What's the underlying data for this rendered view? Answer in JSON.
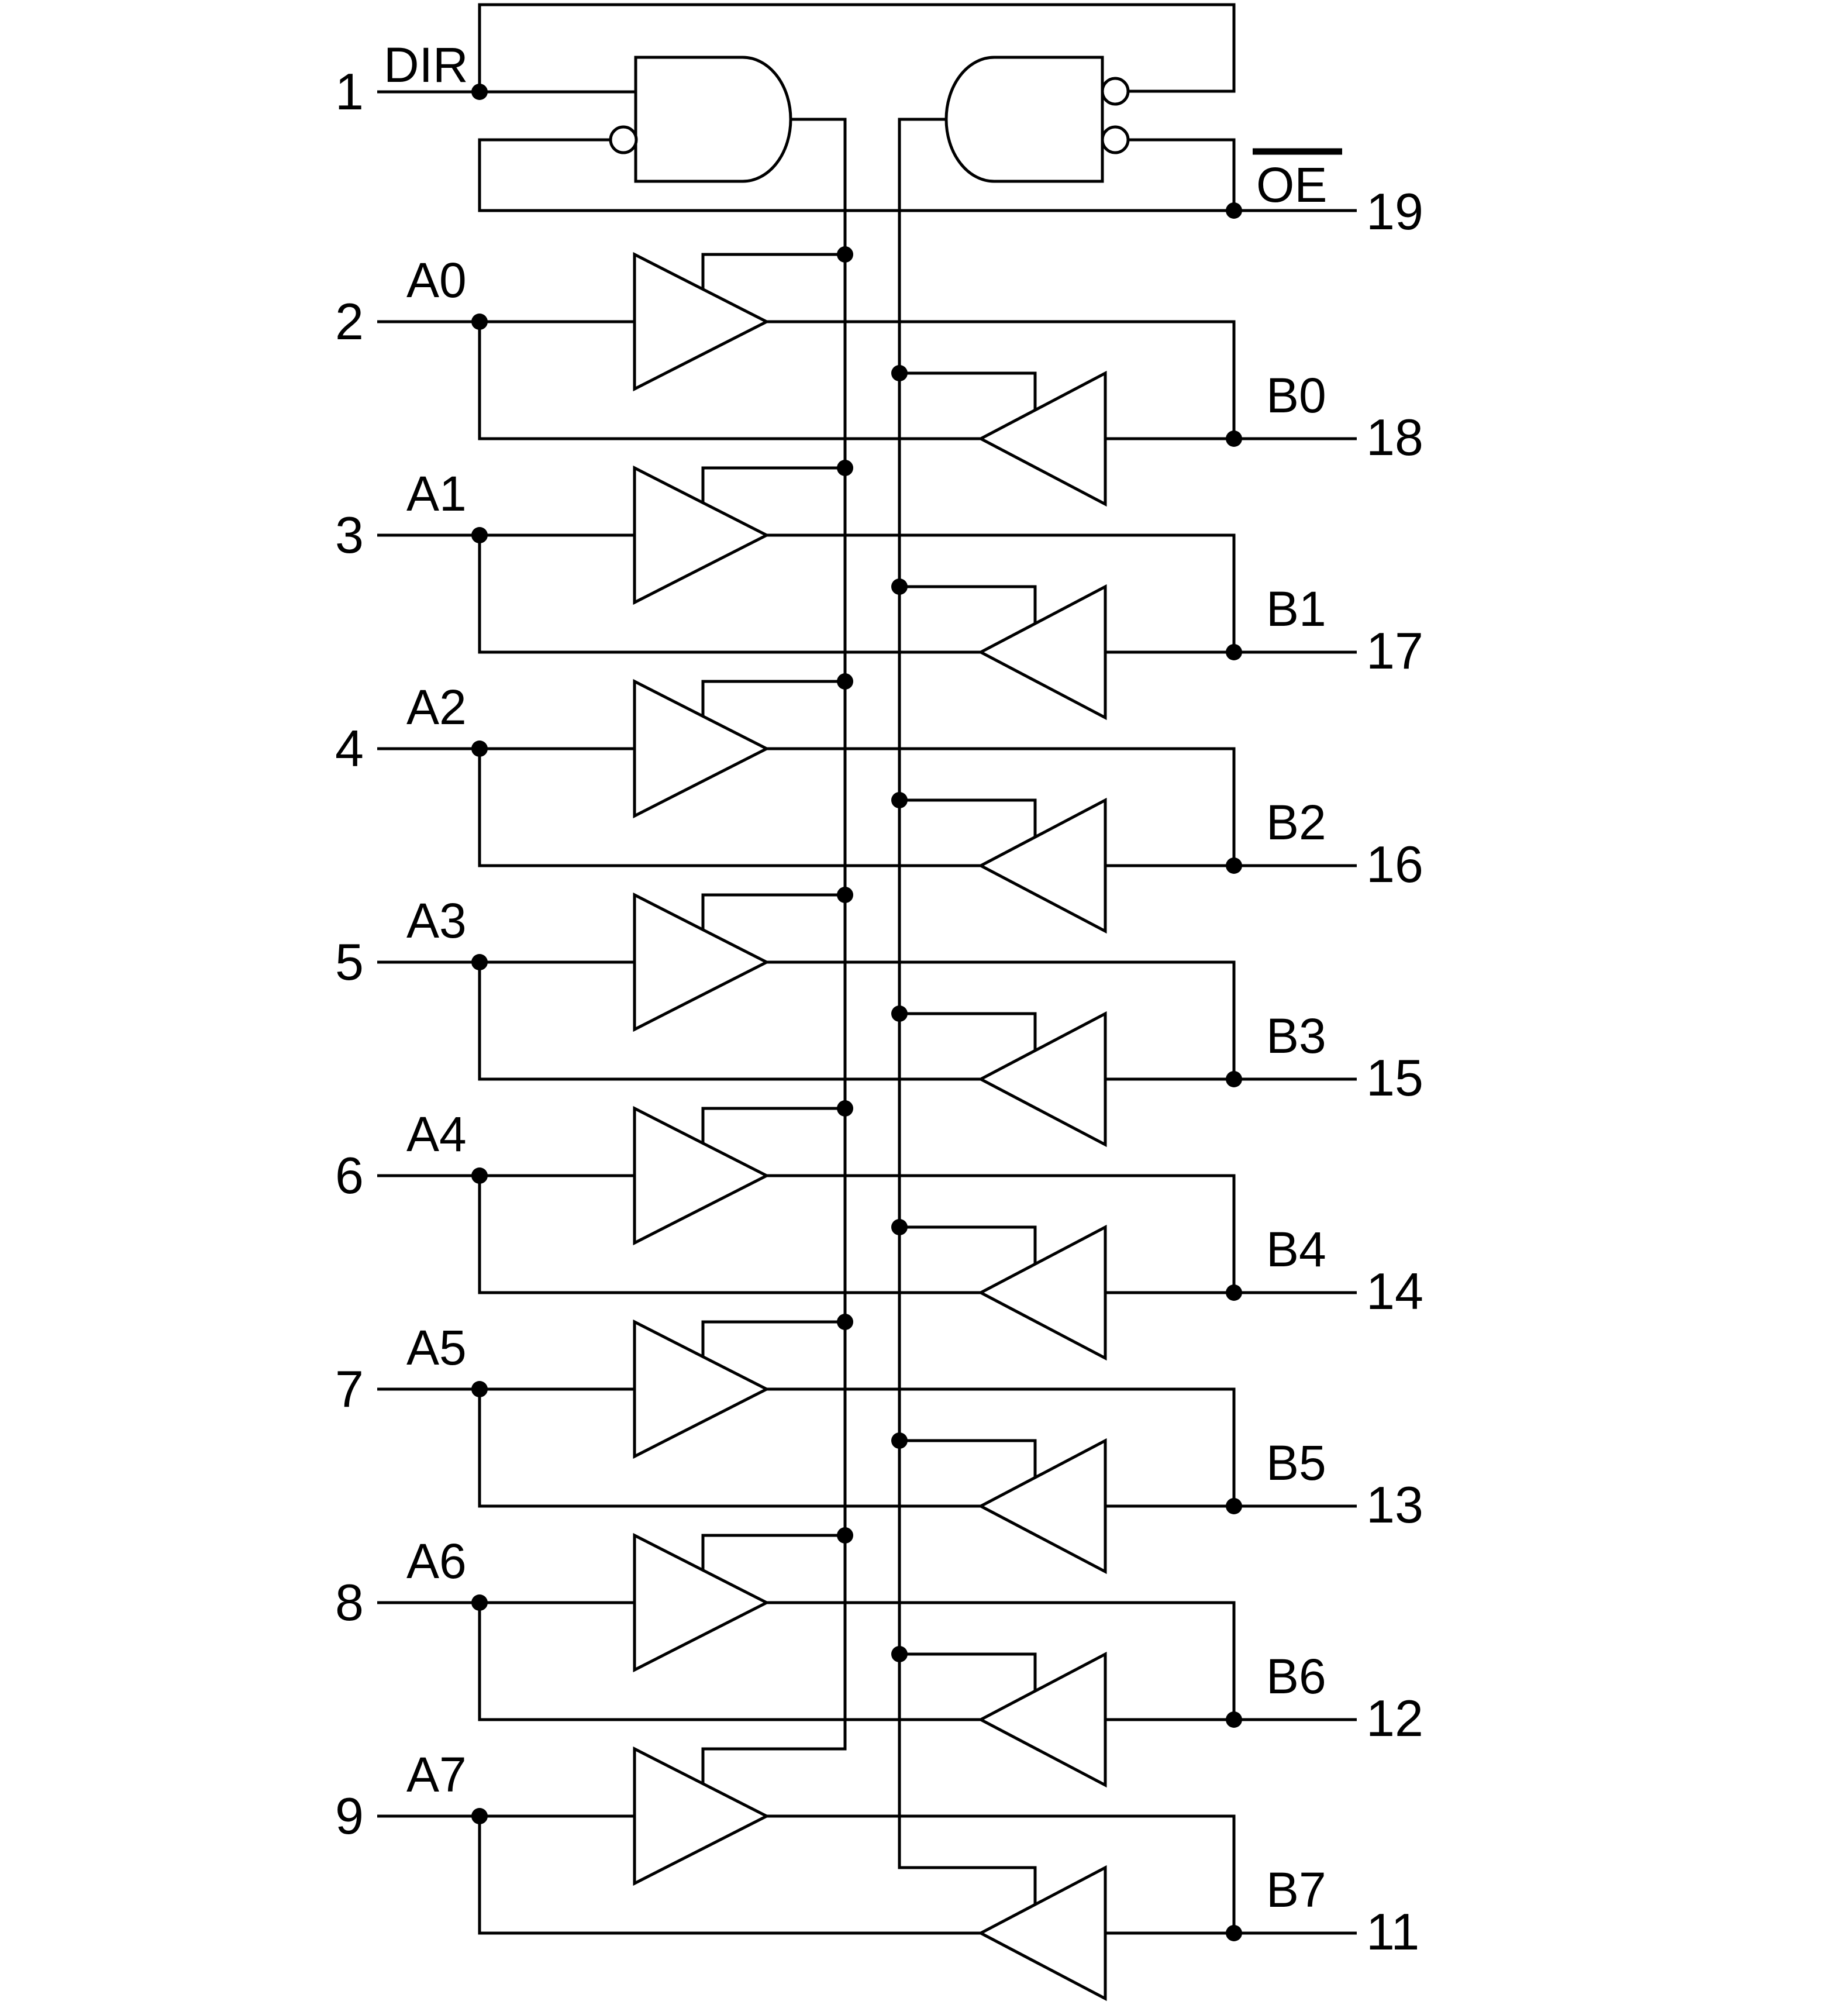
{
  "colors": {
    "ink": "#000000",
    "background": "#ffffff"
  },
  "control": {
    "dir": {
      "label": "DIR",
      "pin": "1"
    },
    "oe": {
      "label": "OE",
      "pin": "19",
      "overbar": true
    },
    "gates": [
      {
        "icon": "and-gate-icon",
        "role": "a-to-b-enable",
        "inverted_inputs": [
          "oe"
        ]
      },
      {
        "icon": "and-gate-mirrored-icon",
        "role": "b-to-a-enable",
        "inverted_inputs": [
          "dir",
          "oe"
        ]
      }
    ]
  },
  "channels": [
    {
      "a_label": "A0",
      "a_pin": "2",
      "b_label": "B0",
      "b_pin": "18"
    },
    {
      "a_label": "A1",
      "a_pin": "3",
      "b_label": "B1",
      "b_pin": "17"
    },
    {
      "a_label": "A2",
      "a_pin": "4",
      "b_label": "B2",
      "b_pin": "16"
    },
    {
      "a_label": "A3",
      "a_pin": "5",
      "b_label": "B3",
      "b_pin": "15"
    },
    {
      "a_label": "A4",
      "a_pin": "6",
      "b_label": "B4",
      "b_pin": "14"
    },
    {
      "a_label": "A5",
      "a_pin": "7",
      "b_label": "B5",
      "b_pin": "13"
    },
    {
      "a_label": "A6",
      "a_pin": "8",
      "b_label": "B6",
      "b_pin": "12"
    },
    {
      "a_label": "A7",
      "a_pin": "9",
      "b_label": "B7",
      "b_pin": "11"
    }
  ]
}
